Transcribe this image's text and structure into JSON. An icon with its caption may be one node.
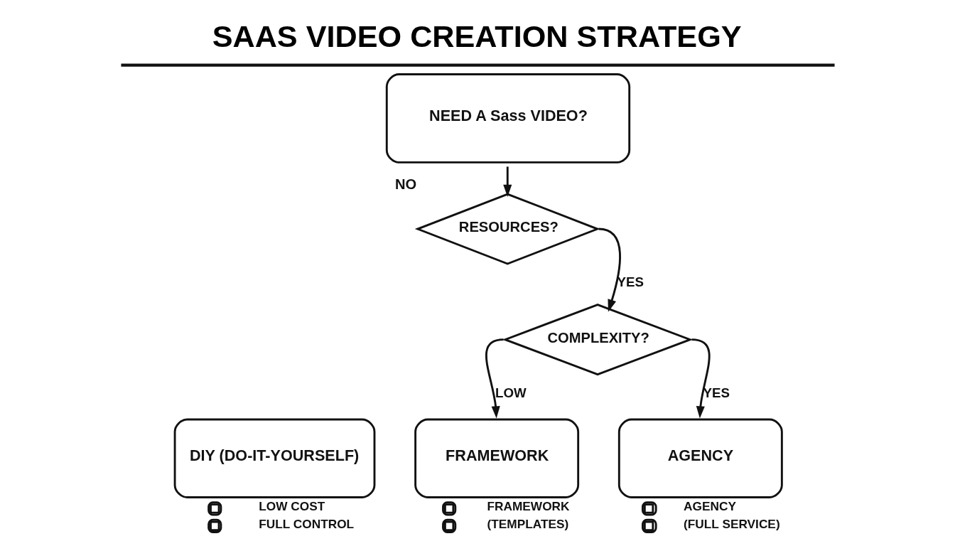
{
  "diagram": {
    "title": "SAAS VIDEO CREATION STRATEGY",
    "nodes": [
      {
        "text": [
          "NEED A Sass VIDEO?"
        ]
      },
      {
        "text": [
          "RESOURCES?"
        ],
        "beside": [
          "NO"
        ]
      },
      {
        "text": [
          "COMPLEXITY?"
        ]
      },
      {
        "text": [
          "DIY (DO-IT-YOURSELF)"
        ],
        "beside": [
          "LOW COST",
          "FULL CONTROL"
        ]
      },
      {
        "text": [
          "FRAMEWORK"
        ],
        "beside": [
          "FRAMEWORK",
          "(TEMPLATES)"
        ]
      },
      {
        "text": [
          "AGENCY"
        ],
        "beside": [
          "AGENCY",
          "(FULL SERVICE)"
        ]
      }
    ],
    "edges": [
      {
        "from": 0,
        "to": 1,
        "arrow": "to"
      },
      {
        "from": 1,
        "to": 2,
        "label": "YES",
        "arrow": "to"
      },
      {
        "from": 2,
        "to": 4,
        "label": "LOW",
        "arrow": "to"
      },
      {
        "from": 2,
        "to": 5,
        "label": "YES",
        "arrow": "to"
      }
    ]
  }
}
